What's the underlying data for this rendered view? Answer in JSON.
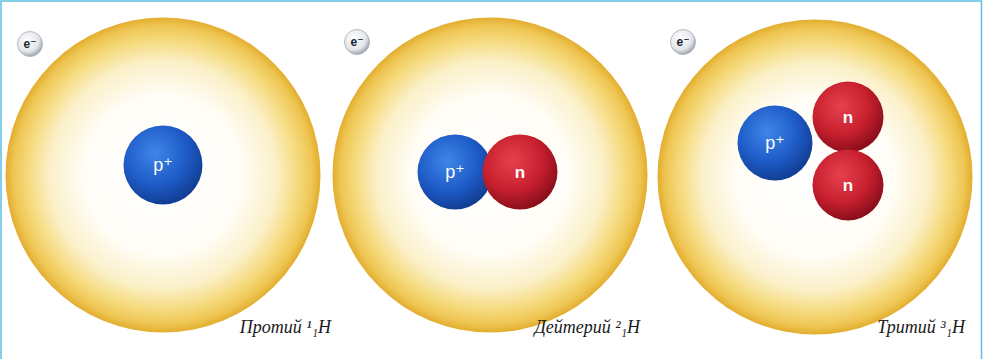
{
  "diagram": {
    "nodes": [
      {
        "text": [
          "Протий ¹₁H"
        ]
      },
      {
        "text": [
          "e⁻"
        ],
        "in": 0
      },
      {
        "text": [
          "p⁺"
        ],
        "in": 0
      },
      {
        "text": [
          "Дейтерий ²₁H"
        ]
      },
      {
        "text": [
          "e⁻"
        ],
        "in": 3
      },
      {
        "text": [
          "p⁺"
        ],
        "in": 3
      },
      {
        "text": [
          "n"
        ],
        "in": 3
      },
      {
        "text": [
          "Тритий ³₁H"
        ]
      },
      {
        "text": [
          "e⁻"
        ],
        "in": 7
      },
      {
        "text": [
          "p⁺"
        ],
        "in": 7
      },
      {
        "text": [
          "n"
        ],
        "in": 7
      },
      {
        "text": [
          "n"
        ],
        "in": 7
      }
    ]
  }
}
